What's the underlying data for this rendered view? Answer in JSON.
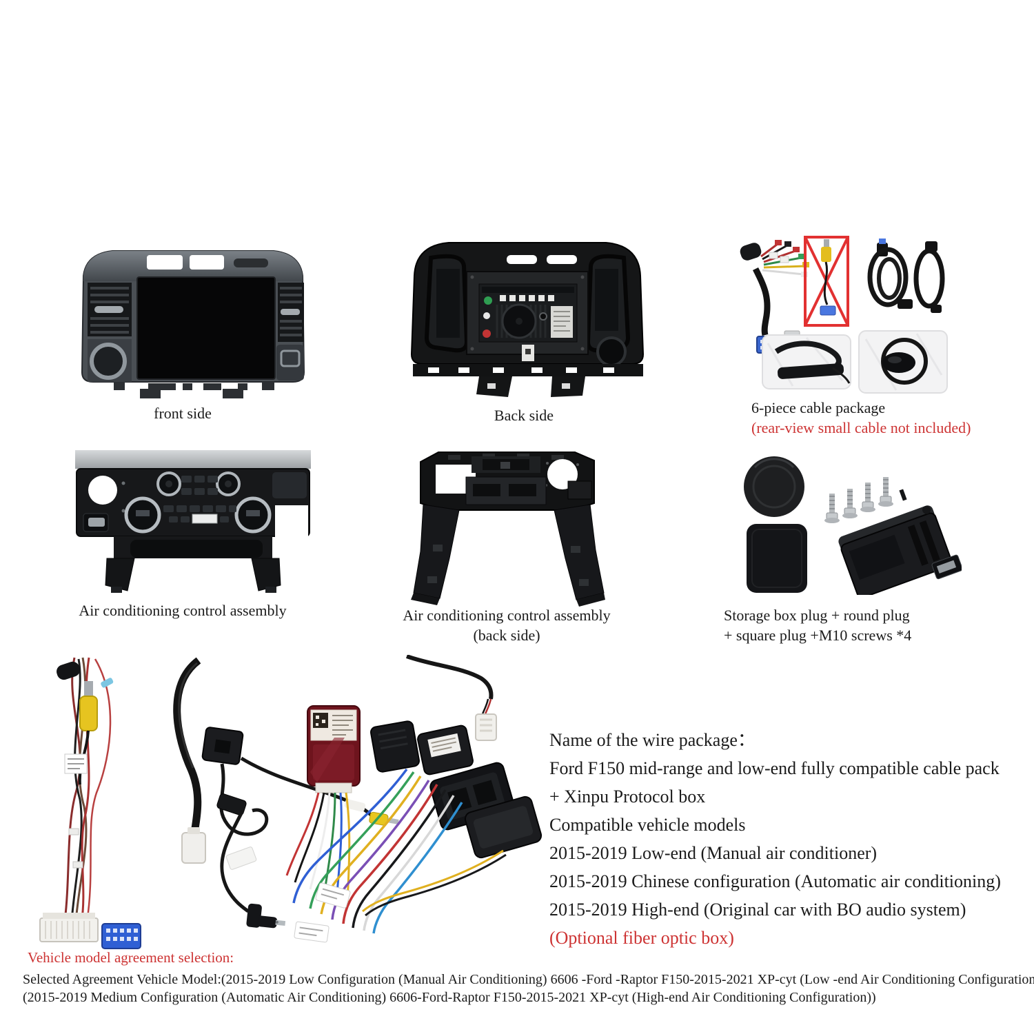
{
  "colors": {
    "background": "#ffffff",
    "text": "#1b1b1b",
    "accent_red": "#cd3333",
    "cross_out_red": "#e23131",
    "protocol_box_red": "#6e141d",
    "connector_blue": "#2f5fd4",
    "rca_yellow": "#e6c420",
    "silver_trim": "#c8cbcd"
  },
  "captions": {
    "front_unit": "front side",
    "back_unit": "Back side",
    "cable_package": "6-piece cable package",
    "cable_package_note": "(rear-view small cable not included)",
    "ac_front": "Air conditioning control assembly",
    "ac_back_line1": "Air conditioning control assembly",
    "ac_back_line2": "(back side)",
    "plug_kit_line1": "Storage box plug + round plug",
    "plug_kit_line2": "+ square plug +M10 screws *4"
  },
  "wire_package": {
    "title": "Name of the wire package：",
    "lines": [
      "Ford F150 mid-range and low-end fully compatible cable pack",
      "+ Xinpu Protocol box",
      "Compatible vehicle models",
      "2015-2019 Low-end (Manual air conditioner)",
      "2015-2019 Chinese configuration (Automatic air conditioning)",
      "2015-2019 High-end (Original car with BO audio system)"
    ],
    "optional_note": "(Optional fiber optic box)"
  },
  "agreement": {
    "heading": "Vehicle model agreement selection:",
    "line1": "Selected Agreement Vehicle Model:(2015-2019 Low Configuration (Manual Air Conditioning) 6606 -Ford -Raptor F150-2015-2021 XP-cyt (Low -end Air Conditioning Configuration))",
    "line2": "(2015-2019 Medium Configuration (Automatic Air Conditioning) 6606-Ford-Raptor F150-2015-2021 XP-cyt (High-end Air Conditioning Configuration))"
  }
}
